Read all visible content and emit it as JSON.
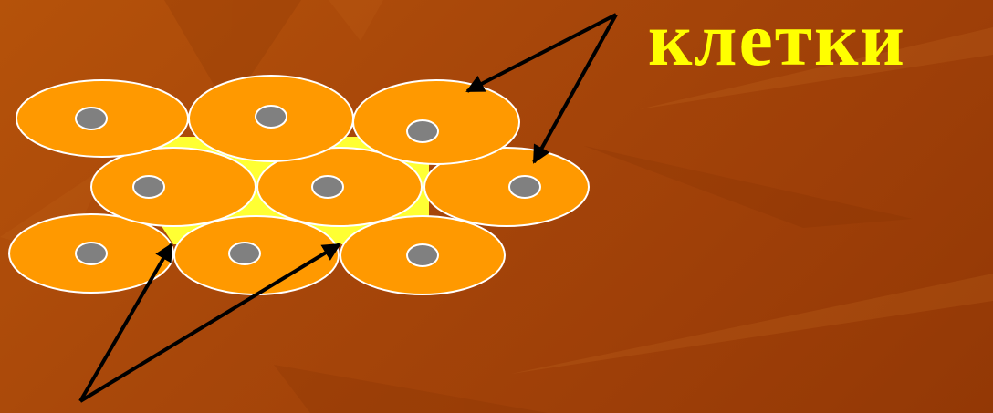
{
  "slide": {
    "label_cells": "клетки"
  },
  "colors": {
    "background": "#a9480a",
    "cell_fill": "#ff9900",
    "cell_stroke": "#ffffff",
    "nucleus_fill": "#808080",
    "intercellular_fill": "#ffff33",
    "arrow": "#000000",
    "label": "#ffff00"
  },
  "diagram": {
    "cell_rows": 3,
    "cells_per_row": 3
  }
}
